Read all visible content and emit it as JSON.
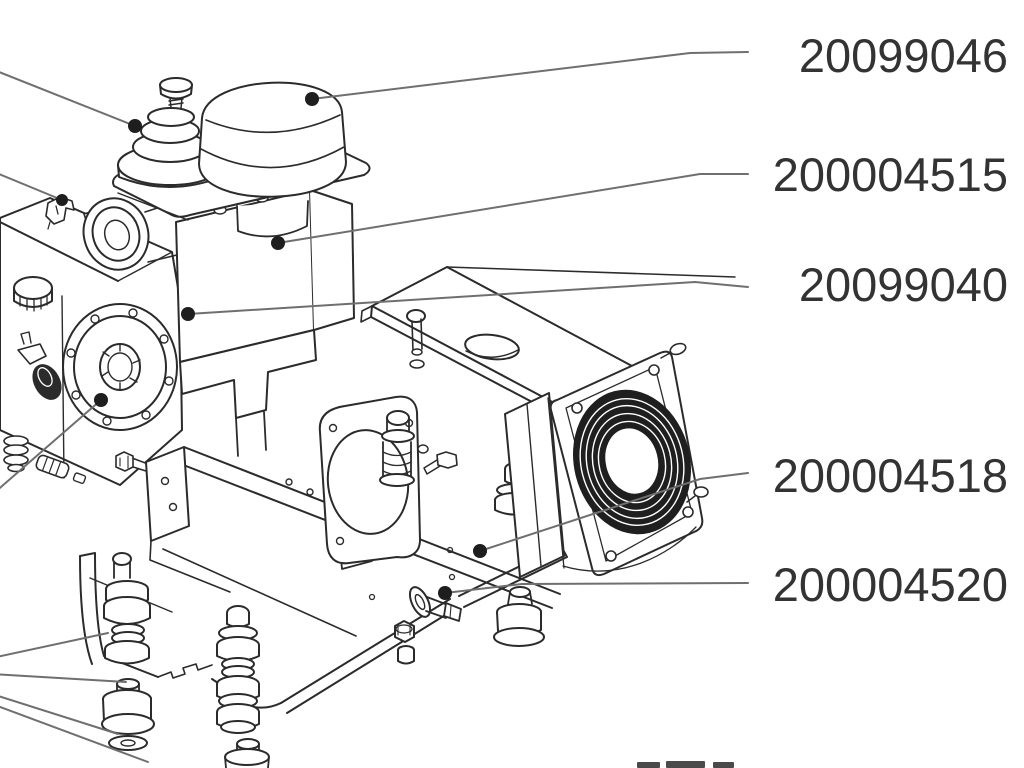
{
  "palette": {
    "background": "#ffffff",
    "line": "#2b2b2b",
    "leader": "#6f6f6f",
    "dot": "#1e1e1e",
    "label_text": "#333333",
    "fan_ring": "#1f1f1f"
  },
  "callouts": [
    {
      "part_number": "20099046"
    },
    {
      "part_number": "200004515"
    },
    {
      "part_number": "20099040"
    },
    {
      "part_number": "200004518"
    },
    {
      "part_number": "200004520"
    }
  ]
}
